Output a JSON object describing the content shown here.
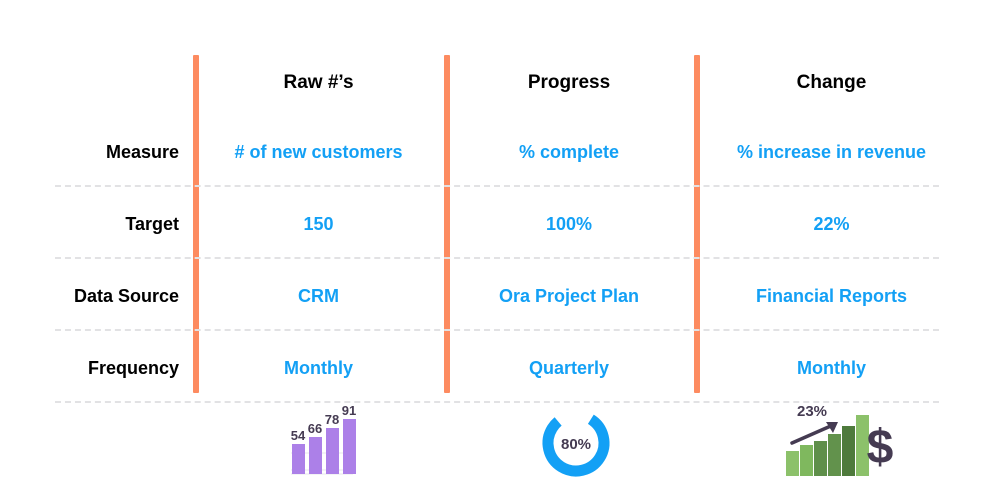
{
  "table": {
    "columns": [
      {
        "id": "metric",
        "label": ""
      },
      {
        "id": "raw",
        "label": "Raw #’s"
      },
      {
        "id": "progress",
        "label": "Progress"
      },
      {
        "id": "change",
        "label": "Change"
      }
    ],
    "rows": [
      {
        "label": "Measure",
        "raw": "# of new customers",
        "progress": "% complete",
        "change": "% increase in revenue"
      },
      {
        "label": "Target",
        "raw": "150",
        "progress": "100%",
        "change": "22%"
      },
      {
        "label": "Data Source",
        "raw": "CRM",
        "progress": "Ora Project Plan",
        "change": "Financial Reports"
      },
      {
        "label": "Frequency",
        "raw": "Monthly",
        "progress": "Quarterly",
        "change": "Monthly"
      }
    ]
  },
  "icons": {
    "raw": {
      "name": "bar-chart-icon",
      "labels": [
        "54",
        "66",
        "78",
        "91"
      ]
    },
    "progress": {
      "name": "donut-progress-icon",
      "label": "80%"
    },
    "change": {
      "name": "growth-bar-chart-icon",
      "label": "23%",
      "currency": "$"
    }
  },
  "chart_data": [
    {
      "type": "bar",
      "title": "Raw #’s — # of new customers",
      "categories": [
        "1",
        "2",
        "3",
        "4"
      ],
      "values": [
        54,
        66,
        78,
        91
      ],
      "xlabel": "",
      "ylabel": "",
      "ylim": [
        0,
        100
      ],
      "grid": false,
      "legend": "none",
      "color": "#AC80E8"
    },
    {
      "type": "pie",
      "title": "Progress — % complete",
      "categories": [
        "complete",
        "remaining"
      ],
      "values": [
        80,
        20
      ],
      "label": "80%",
      "grid": false,
      "legend": "none",
      "color": "#13A0F5"
    },
    {
      "type": "bar",
      "title": "Change — % increase in revenue",
      "categories": [
        "1",
        "2",
        "3",
        "4",
        "5"
      ],
      "values": [
        38,
        52,
        66,
        80,
        100
      ],
      "annotation": "23%",
      "xlabel": "",
      "ylabel": "",
      "ylim": [
        0,
        100
      ],
      "grid": false,
      "legend": "none",
      "colors": [
        "#8CC16A",
        "#7FB85E",
        "#5F8F4A",
        "#4E7A3C",
        "#8CC16A"
      ]
    }
  ],
  "colors": {
    "accent_orange": "#FD8B60",
    "value_blue": "#13A0F5",
    "label_black": "#000000",
    "divider_gray": "#E2E2E4",
    "purple": "#AC80E8",
    "green_light": "#8CC16A",
    "green_dark": "#4E7A3C",
    "charcoal": "#453B52"
  }
}
